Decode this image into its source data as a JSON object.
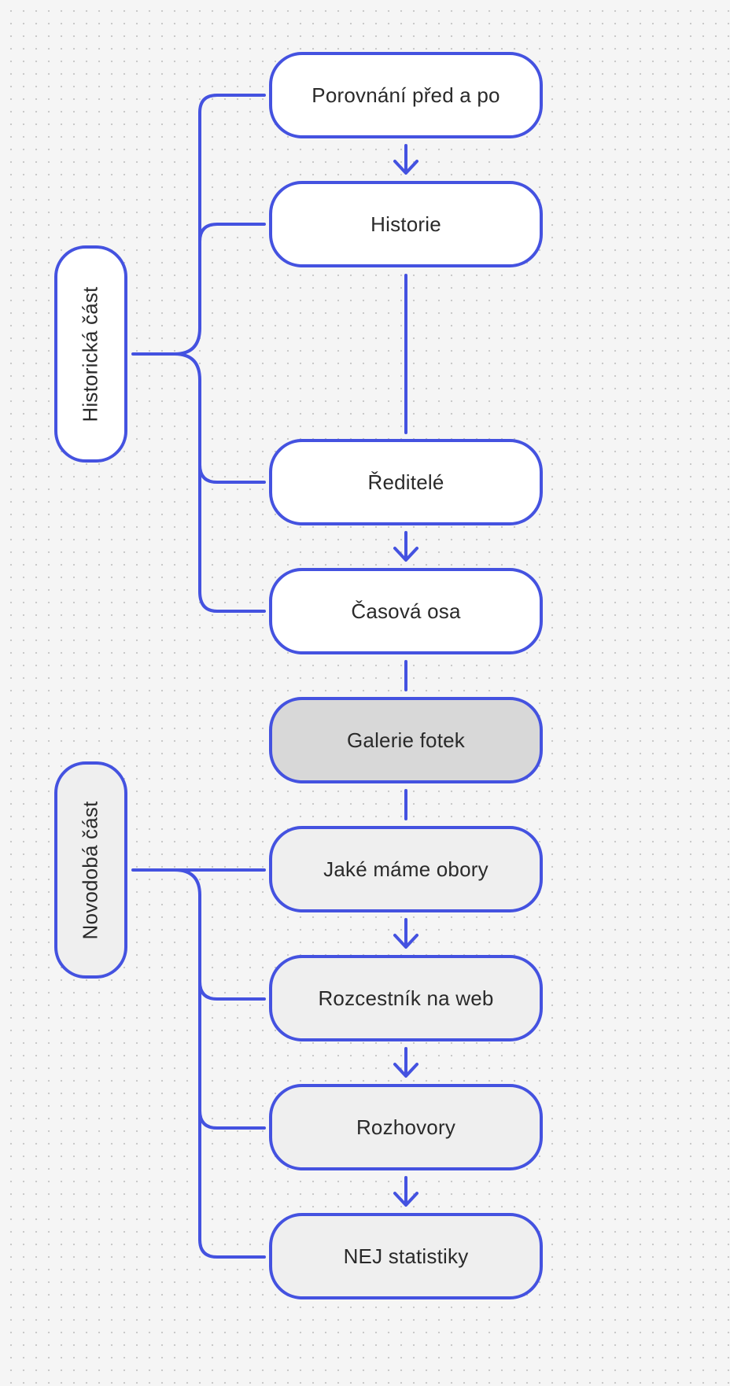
{
  "accent_color": "#4452e0",
  "groups": [
    {
      "id": "historic",
      "label": "Historická část"
    },
    {
      "id": "modern",
      "label": "Novodobá část"
    }
  ],
  "nodes": [
    {
      "id": "n1",
      "label": "Porovnání před a po",
      "style": "white"
    },
    {
      "id": "n2",
      "label": "Historie",
      "style": "white"
    },
    {
      "id": "n3",
      "label": "Ředitelé",
      "style": "white"
    },
    {
      "id": "n4",
      "label": "Časová osa",
      "style": "white"
    },
    {
      "id": "n5",
      "label": "Galerie fotek",
      "style": "gray-dark"
    },
    {
      "id": "n6",
      "label": "Jaké máme obory",
      "style": "gray-light"
    },
    {
      "id": "n7",
      "label": "Rozcestník na web",
      "style": "gray-light"
    },
    {
      "id": "n8",
      "label": "Rozhovory",
      "style": "gray-light"
    },
    {
      "id": "n9",
      "label": "NEJ statistiky",
      "style": "gray-light"
    }
  ],
  "edges": [
    {
      "from": "n1",
      "to": "n2",
      "arrow": true
    },
    {
      "from": "n2",
      "to": "n3",
      "arrow": false
    },
    {
      "from": "n3",
      "to": "n4",
      "arrow": true
    },
    {
      "from": "n4",
      "to": "n5",
      "arrow": false
    },
    {
      "from": "n5",
      "to": "n6",
      "arrow": false
    },
    {
      "from": "n6",
      "to": "n7",
      "arrow": true
    },
    {
      "from": "n7",
      "to": "n8",
      "arrow": true
    },
    {
      "from": "n8",
      "to": "n9",
      "arrow": true
    }
  ],
  "group_members": {
    "historic": [
      "n1",
      "n2",
      "n3",
      "n4"
    ],
    "modern": [
      "n6",
      "n7",
      "n8",
      "n9"
    ]
  }
}
